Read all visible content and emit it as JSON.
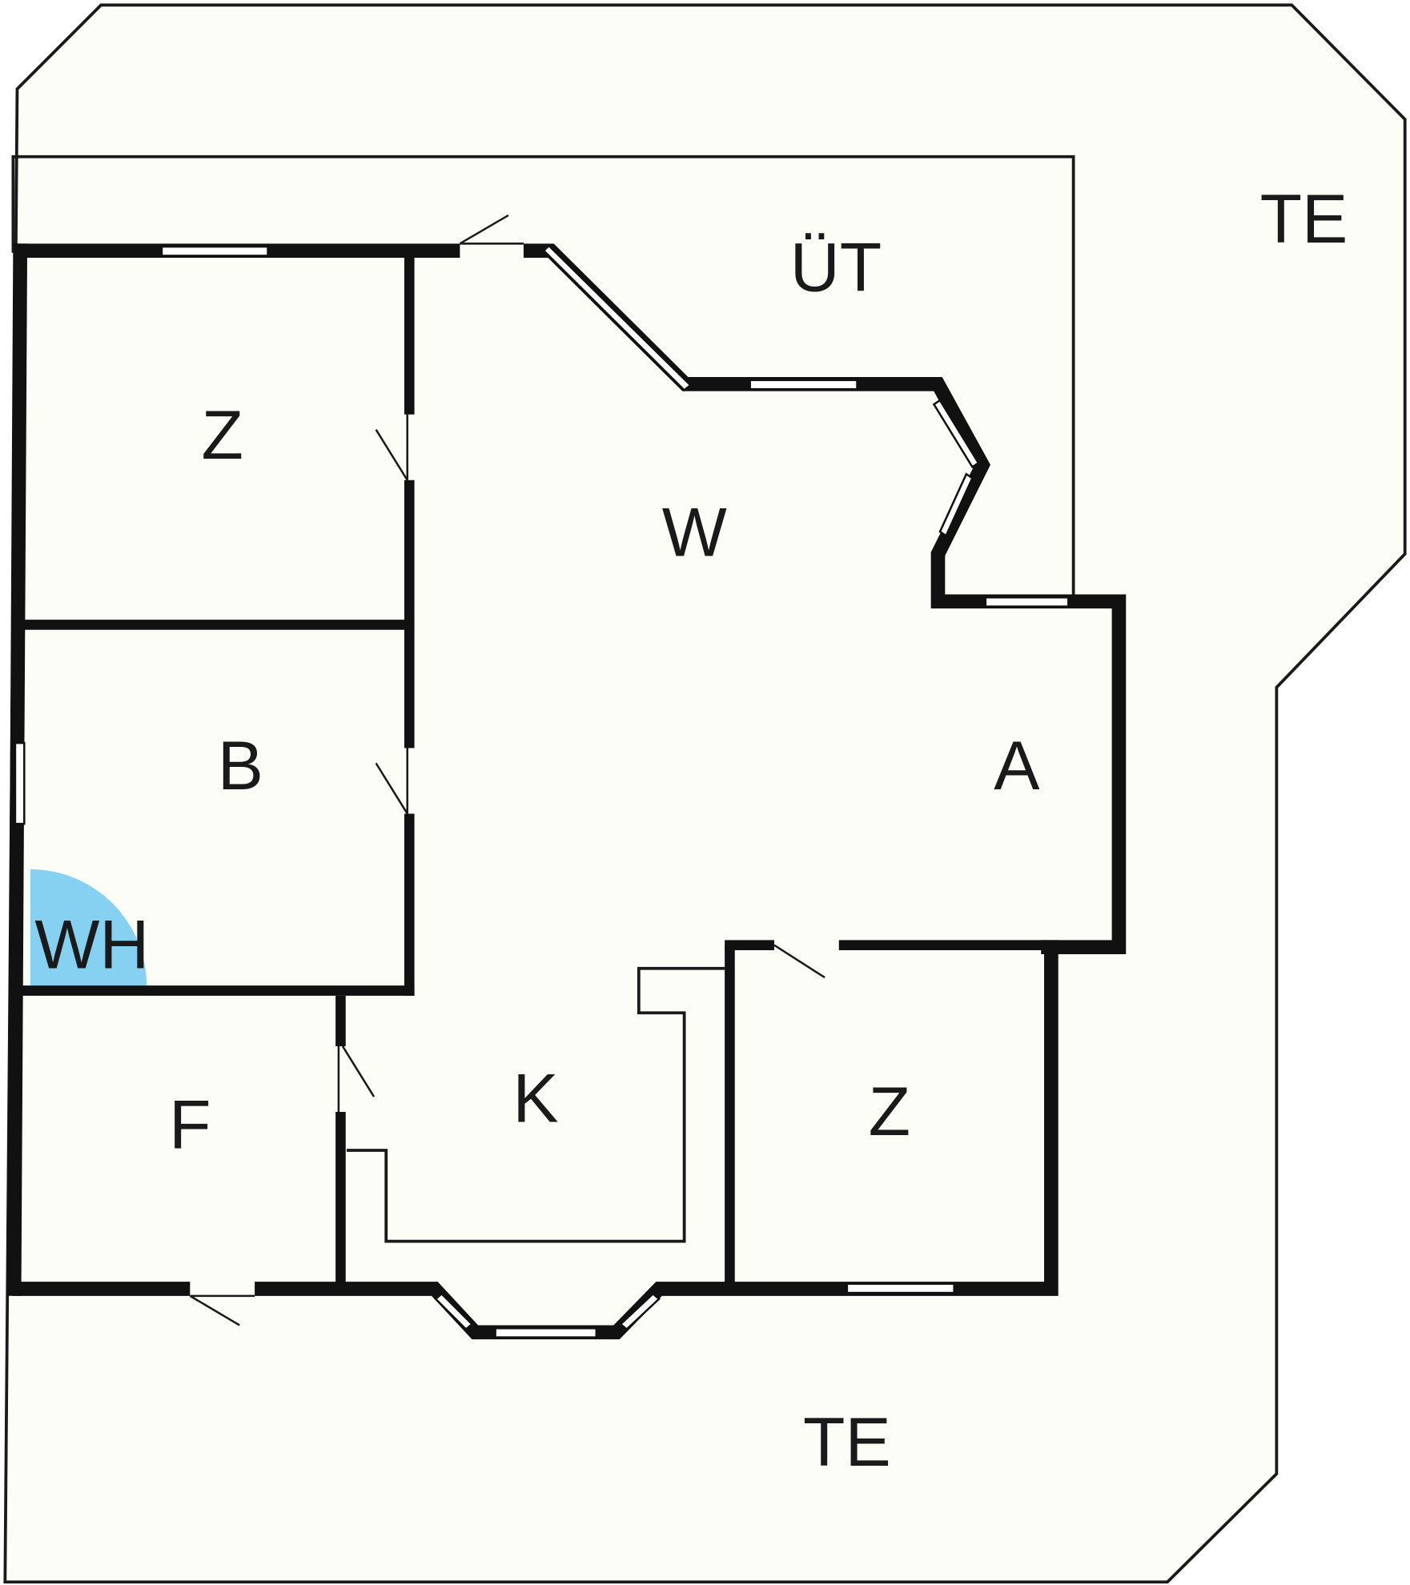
{
  "floor_plan": {
    "colors": {
      "background": "#fdfdf8",
      "wall": "#111111",
      "water_heater": "#86d0f2"
    },
    "rooms": {
      "terrace_right": "TE",
      "terrace_bottom": "TE",
      "covered_terrace": "ÜT",
      "bedroom_top": "Z",
      "living_room": "W",
      "bathroom": "B",
      "hallway": "A",
      "water_heater": "WH",
      "kitchen": "K",
      "bedroom_bottom": "Z",
      "hall_f": "F"
    }
  }
}
